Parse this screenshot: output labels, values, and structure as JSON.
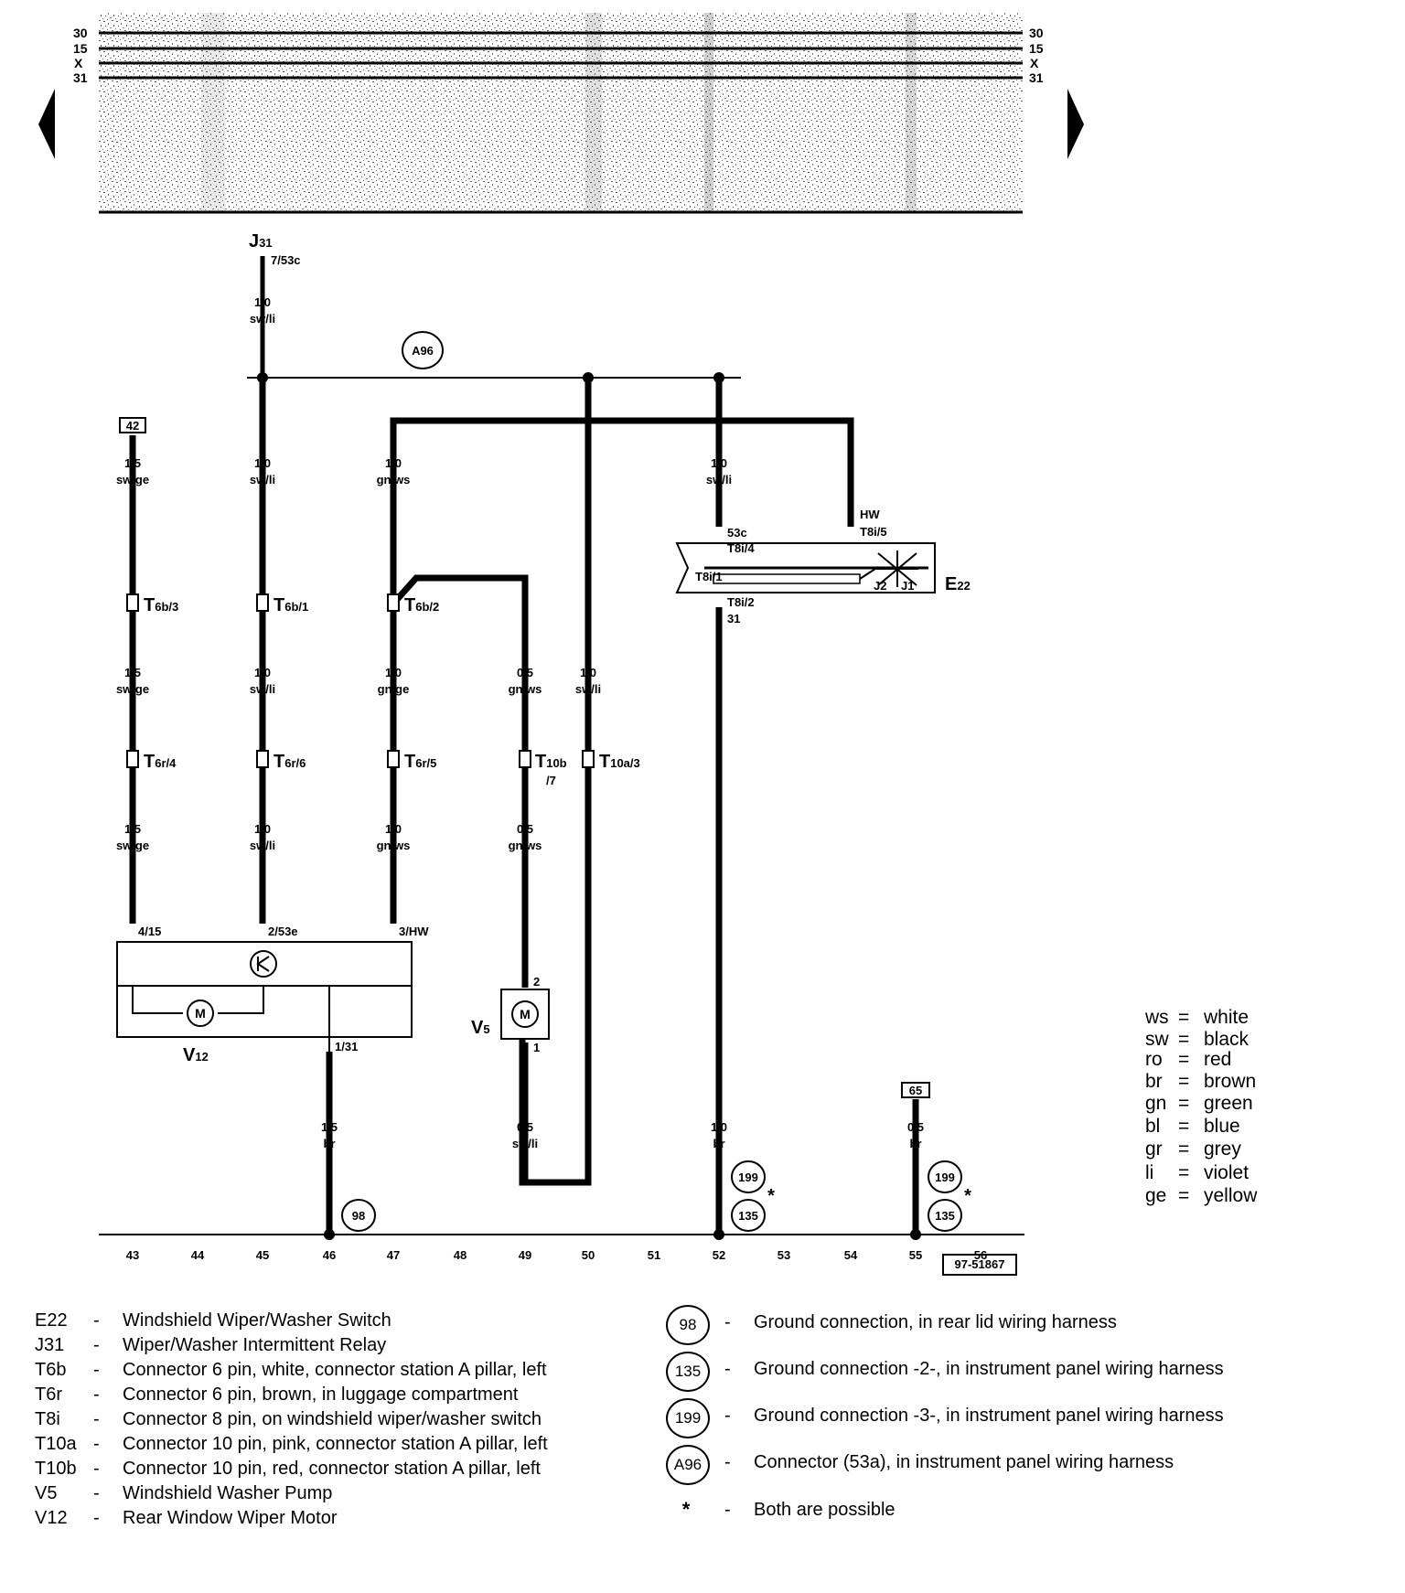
{
  "diagram": {
    "bus_labels": [
      "30",
      "15",
      "X",
      "31"
    ],
    "components": {
      "J31": {
        "main": "J",
        "sub": "31",
        "pin": "7/53c"
      },
      "E22": {
        "main": "E",
        "sub": "22",
        "pins": [
          "53c",
          "T8i/4",
          "HW",
          "T8i/5",
          "T8i/2",
          "31"
        ],
        "inner": [
          "T8i/1",
          "J2",
          "J1"
        ]
      },
      "V12": {
        "main": "V",
        "sub": "12",
        "pins": [
          "4/15",
          "2/53e",
          "3/HW",
          "1/31"
        ]
      },
      "V5": {
        "main": "V",
        "sub": "5",
        "pins": [
          "2",
          "1"
        ]
      }
    },
    "wires": [
      {
        "size": "1,0",
        "color": "sw/li"
      },
      {
        "size": "1,5",
        "color": "sw/ge"
      },
      {
        "size": "1,0",
        "color": "sw/li"
      },
      {
        "size": "1,0",
        "color": "gn/ws"
      },
      {
        "size": "1,0",
        "color": "sw/li"
      },
      {
        "size": "1,5",
        "color": "sw/ge"
      },
      {
        "size": "1,0",
        "color": "sw/li"
      },
      {
        "size": "1,0",
        "color": "gn/ge"
      },
      {
        "size": "0,5",
        "color": "gn/ws"
      },
      {
        "size": "1,0",
        "color": "sw/li"
      },
      {
        "size": "1,5",
        "color": "sw/ge"
      },
      {
        "size": "1,0",
        "color": "sw/li"
      },
      {
        "size": "1,0",
        "color": "gn/ws"
      },
      {
        "size": "0,5",
        "color": "gn/ws"
      },
      {
        "size": "1,5",
        "color": "br"
      },
      {
        "size": "0,5",
        "color": "sw/li"
      },
      {
        "size": "1,0",
        "color": "br"
      },
      {
        "size": "0,5",
        "color": "br"
      }
    ],
    "connectors": [
      {
        "main": "T",
        "sub": "6b/3"
      },
      {
        "main": "T",
        "sub": "6b/1"
      },
      {
        "main": "T",
        "sub": "6b/2"
      },
      {
        "main": "T",
        "sub": "6r/4"
      },
      {
        "main": "T",
        "sub": "6r/6"
      },
      {
        "main": "T",
        "sub": "6r/5"
      },
      {
        "main": "T",
        "sub": "10b",
        "extra": "/7"
      },
      {
        "main": "T",
        "sub": "10a/3"
      }
    ],
    "ref_boxes": [
      "42",
      "65"
    ],
    "grounds": [
      "A96",
      "98",
      "199",
      "135",
      "199",
      "135"
    ],
    "stars": [
      "*",
      "*"
    ],
    "columns": [
      "43",
      "44",
      "45",
      "46",
      "47",
      "48",
      "49",
      "50",
      "51",
      "52",
      "53",
      "54",
      "55",
      "56"
    ],
    "reference": "97-51867"
  },
  "color_key": [
    {
      "code": "ws",
      "eq": "=",
      "name": "white"
    },
    {
      "code": "sw",
      "eq": "=",
      "name": "black"
    },
    {
      "code": "ro",
      "eq": "=",
      "name": "red"
    },
    {
      "code": "br",
      "eq": "=",
      "name": "brown"
    },
    {
      "code": "gn",
      "eq": "=",
      "name": "green"
    },
    {
      "code": "bl",
      "eq": "=",
      "name": "blue"
    },
    {
      "code": "gr",
      "eq": "=",
      "name": "grey"
    },
    {
      "code": "li",
      "eq": "=",
      "name": "violet"
    },
    {
      "code": "ge",
      "eq": "=",
      "name": "yellow"
    }
  ],
  "legend": [
    {
      "code": "E22",
      "dash": "-",
      "desc": "Windshield Wiper/Washer Switch"
    },
    {
      "code": "J31",
      "dash": "-",
      "desc": "Wiper/Washer Intermittent Relay"
    },
    {
      "code": "T6b",
      "dash": "-",
      "desc": "Connector 6 pin, white, connector station A pillar, left"
    },
    {
      "code": "T6r",
      "dash": "-",
      "desc": "Connector 6 pin, brown, in luggage compartment"
    },
    {
      "code": "T8i",
      "dash": "-",
      "desc": "Connector 8 pin, on windshield wiper/washer switch"
    },
    {
      "code": "T10a",
      "dash": "-",
      "desc": "Connector 10 pin, pink, connector station A pillar, left"
    },
    {
      "code": "T10b",
      "dash": "-",
      "desc": "Connector 10 pin, red, connector station A pillar, left"
    },
    {
      "code": "V5",
      "dash": "-",
      "desc": "Windshield Washer Pump"
    },
    {
      "code": "V12",
      "dash": "-",
      "desc": "Rear Window Wiper Motor"
    }
  ],
  "ground_legend": [
    {
      "symbol": "98",
      "dash": "-",
      "desc": "Ground connection, in rear lid wiring harness"
    },
    {
      "symbol": "135",
      "dash": "-",
      "desc": "Ground connection -2-, in instrument panel wiring harness"
    },
    {
      "symbol": "199",
      "dash": "-",
      "desc": "Ground connection -3-, in instrument panel wiring harness"
    },
    {
      "symbol": "A96",
      "dash": "-",
      "desc": "Connector (53a), in instrument panel wiring harness"
    },
    {
      "symbol": "*",
      "dash": "-",
      "desc": "Both are possible"
    }
  ]
}
